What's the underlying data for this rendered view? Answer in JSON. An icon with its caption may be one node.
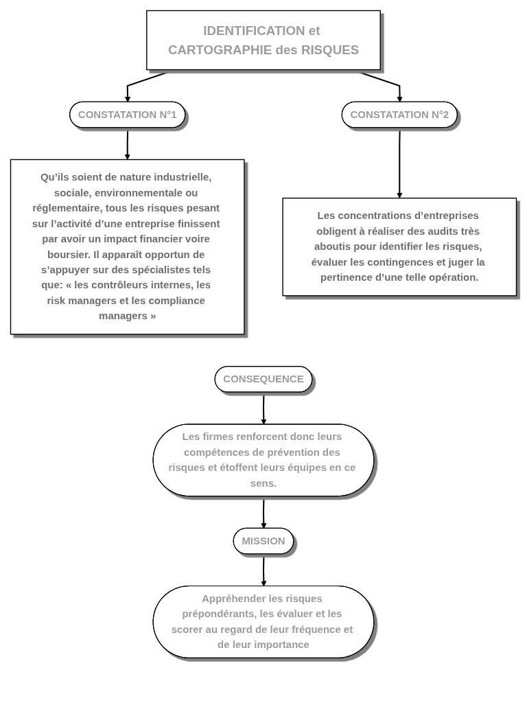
{
  "diagram": {
    "nodes": [
      {
        "text": [
          "IDENTIFICATION et CARTOGRAPHIE des RISQUES"
        ]
      },
      {
        "text": [
          "CONSTATATION N°1"
        ]
      },
      {
        "text": [
          "CONSTATATION N°2"
        ]
      },
      {
        "text": [
          "Qu’ils soient de nature industrielle, sociale, environnementale ou réglementaire, tous les risques pesant sur l’activité d’une entreprise finissent par avoir un impact financier voire boursier. Il apparaît opportun de s’appuyer sur des spécialistes tels que: « les contrôleurs internes, les risk managers et les compliance managers »"
        ]
      },
      {
        "text": [
          "Les concentrations d’entreprises obligent à réaliser des audits très aboutis pour identifier les risques, évaluer les contingences et juger la pertinence d’une telle opération."
        ]
      },
      {
        "text": [
          "CONSEQUENCE"
        ]
      },
      {
        "text": [
          "Les firmes renforcent donc leurs compétences de prévention des risques et étoffent leurs équipes en ce sens."
        ]
      },
      {
        "text": [
          "MISSION"
        ]
      },
      {
        "text": [
          "Appréhender les risques prépondérants, les évaluer et les scorer au regard de leur fréquence et de leur importance"
        ]
      }
    ],
    "edges": [
      {
        "from": 0,
        "to": 1,
        "arrow": "to"
      },
      {
        "from": 0,
        "to": 2,
        "arrow": "to"
      },
      {
        "from": 1,
        "to": 3,
        "arrow": "to"
      },
      {
        "from": 2,
        "to": 4,
        "arrow": "to"
      },
      {
        "from": 5,
        "to": 6,
        "arrow": "to"
      },
      {
        "from": 6,
        "to": 7,
        "arrow": "to"
      },
      {
        "from": 7,
        "to": 8,
        "arrow": "to"
      }
    ]
  }
}
